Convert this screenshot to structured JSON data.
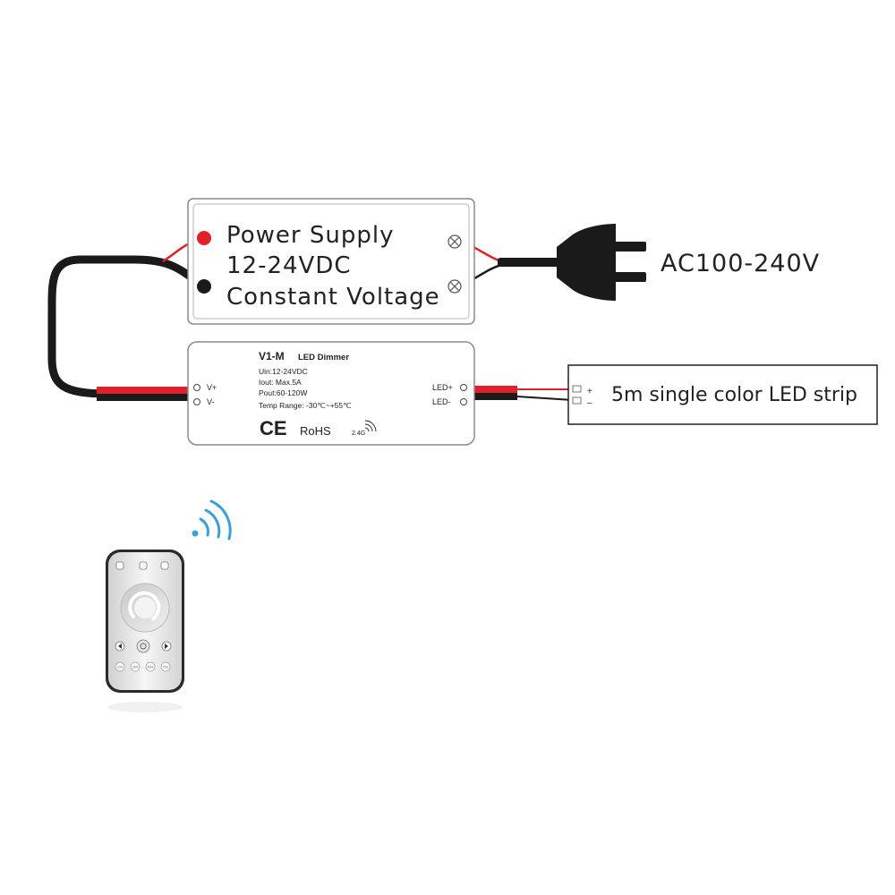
{
  "power_supply": {
    "line1": "Power Supply",
    "line2": "12-24VDC",
    "line3": "Constant Voltage"
  },
  "ac_input": {
    "label": "AC100-240V"
  },
  "dimmer": {
    "model": "V1-M",
    "subtitle": "LED Dimmer",
    "uin": "Uin:12-24VDC",
    "iout": "Iout: Max.5A",
    "pout": "Pout:60-120W",
    "temp": "Temp Range: -30℃~+55℃",
    "v_plus": "V+",
    "v_minus": "V-",
    "led_plus": "LED+",
    "led_minus": "LED-",
    "ce": "CE",
    "rohs": "RoHS",
    "freq": "2.4G"
  },
  "led_strip": {
    "label": "5m single color LED strip",
    "plus": "+",
    "minus": "–"
  },
  "remote": {
    "preset_1": "10%",
    "preset_2": "25%",
    "preset_3": "50%",
    "preset_4": "75%"
  },
  "colors": {
    "wire_red": "#e0202a",
    "wire_black": "#1a1a1a",
    "signal_blue": "#3aa0d8",
    "outline": "#8a8a8a"
  }
}
